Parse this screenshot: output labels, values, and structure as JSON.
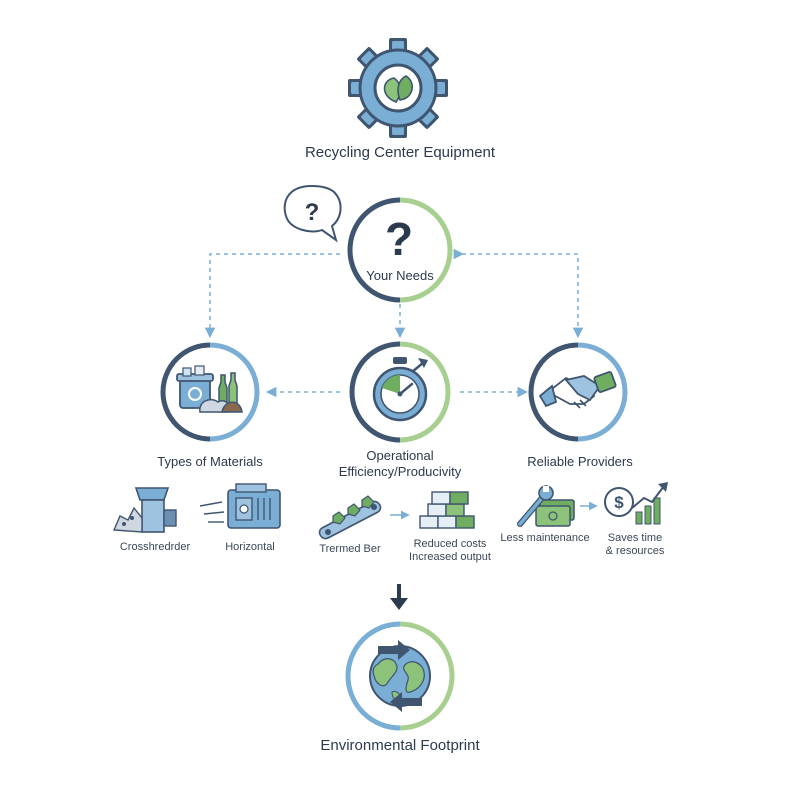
{
  "title": "Recycling Center Equipment",
  "center": {
    "label": "Your Needs"
  },
  "nodes": {
    "materials": {
      "label": "Types of Materials"
    },
    "efficiency": {
      "label_line1": "Operational",
      "label_line2": "Efficiency/Producivity"
    },
    "providers": {
      "label": "Reliable Providers"
    }
  },
  "sub_items": {
    "crosshredder": "Crosshredrder",
    "horizontal": "Horizontal",
    "trermed_ber": "Trermed Ber",
    "reduced_costs_line1": "Reduced costs",
    "reduced_costs_line2": "Increased output",
    "less_maintenance": "Less maintenance",
    "saves_time_line1": "Saves time",
    "saves_time_line2": "& resources"
  },
  "footprint": {
    "label": "Environmental Footprint"
  },
  "icons": {
    "top": "gear-leaf-icon",
    "center": "question-mark-icon",
    "bubble": "speech-bubble-question-icon",
    "materials": "recycling-bin-bottles-icon",
    "efficiency": "stopwatch-icon",
    "providers": "handshake-icon",
    "footprint": "globe-arrows-icon"
  },
  "colors": {
    "navy": "#3f5570",
    "blue": "#7aaed4",
    "green": "#a7cf8f",
    "text": "#2b3a4d"
  }
}
